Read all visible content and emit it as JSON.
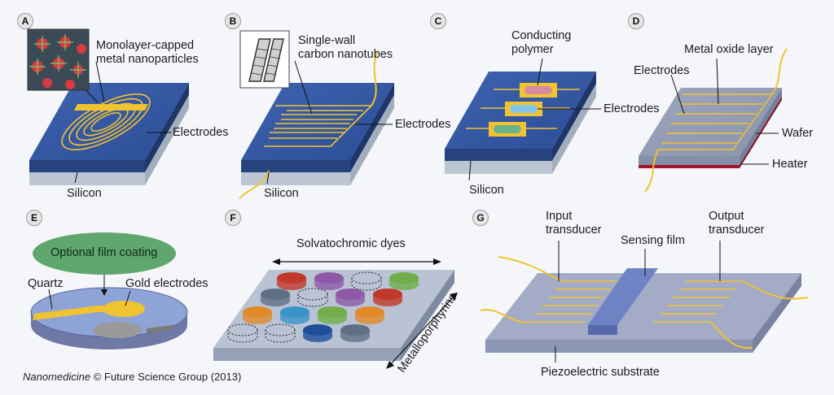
{
  "panels": {
    "A": {
      "badge": "A",
      "label_particles": "Monolayer-capped\nmetal nanoparticles",
      "label_electrodes": "Electrodes",
      "label_substrate": "Silicon"
    },
    "B": {
      "badge": "B",
      "label_tubes": "Single-wall\ncarbon nanotubes",
      "label_electrodes": "Electrodes",
      "label_substrate": "Silicon"
    },
    "C": {
      "badge": "C",
      "label_polymer": "Conducting\npolymer",
      "label_electrodes": "Electrodes",
      "label_substrate": "Silicon"
    },
    "D": {
      "badge": "D",
      "label_oxide": "Metal oxide layer",
      "label_electrodes": "Electrodes",
      "label_wafer": "Wafer",
      "label_heater": "Heater"
    },
    "E": {
      "badge": "E",
      "label_film": "Optional film coating",
      "label_quartz": "Quartz",
      "label_gold": "Gold electrodes"
    },
    "F": {
      "badge": "F",
      "label_solvato": "Solvatochromic dyes",
      "label_metallo": "Metalloporphyrins"
    },
    "G": {
      "badge": "G",
      "label_input": "Input\ntransducer",
      "label_sensing": "Sensing film",
      "label_output": "Output\ntransducer",
      "label_substrate": "Piezoelectric substrate"
    }
  },
  "credit": {
    "journal": "Nanomedicine",
    "rest": " © Future Science Group (2013)"
  },
  "colors": {
    "blue_top": "#3a5ca8",
    "blue_side": "#27437f",
    "silicon": "#b9c3cf",
    "gold": "#f0c330",
    "wafer": "#9aa3bd",
    "heater": "#a0142c"
  }
}
